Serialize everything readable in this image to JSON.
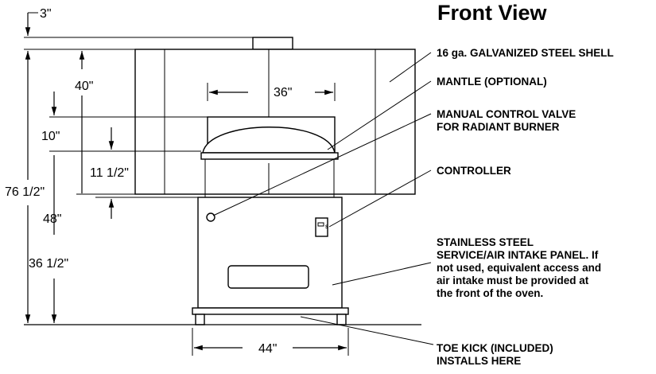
{
  "title": "Front View",
  "dimensions": {
    "flue_offset": "3\"",
    "upper_height": "40\"",
    "mantle_width": "36\"",
    "mantle_height": "10\"",
    "dome_to_shell": "11 1/2\"",
    "overall_height": "76 1/2\"",
    "lower_height": "48\"",
    "base_height": "36 1/2\"",
    "base_width": "44\""
  },
  "callouts": {
    "shell": "16 ga. GALVANIZED STEEL SHELL",
    "mantle": "MANTLE (OPTIONAL)",
    "valve": [
      "MANUAL CONTROL VALVE",
      "FOR RADIANT BURNER"
    ],
    "controller": "CONTROLLER",
    "panel": [
      "STAINLESS STEEL",
      "SERVICE/AIR INTAKE PANEL. If",
      "not used, equivalent access and",
      "air intake must be provided at",
      "the front of the oven."
    ],
    "toe_kick": [
      "TOE KICK (INCLUDED)",
      "INSTALLS HERE"
    ]
  },
  "controller_mark": "S"
}
